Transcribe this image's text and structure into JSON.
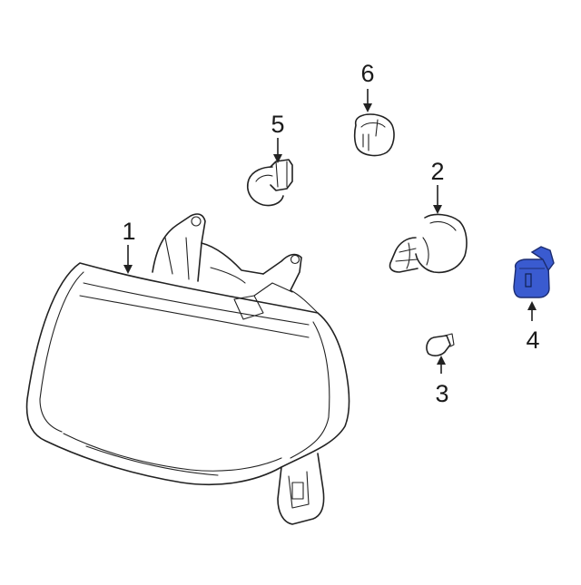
{
  "diagram": {
    "highlight_color": "#3a5bd0",
    "outline_color": "#222222",
    "background_color": "#ffffff",
    "callouts": {
      "headlamp": "1",
      "headlamp_bulb": "2",
      "side_marker_bulb": "3",
      "bulb_socket": "4",
      "turn_signal_bulb": "5",
      "bulb_cap": "6"
    }
  }
}
